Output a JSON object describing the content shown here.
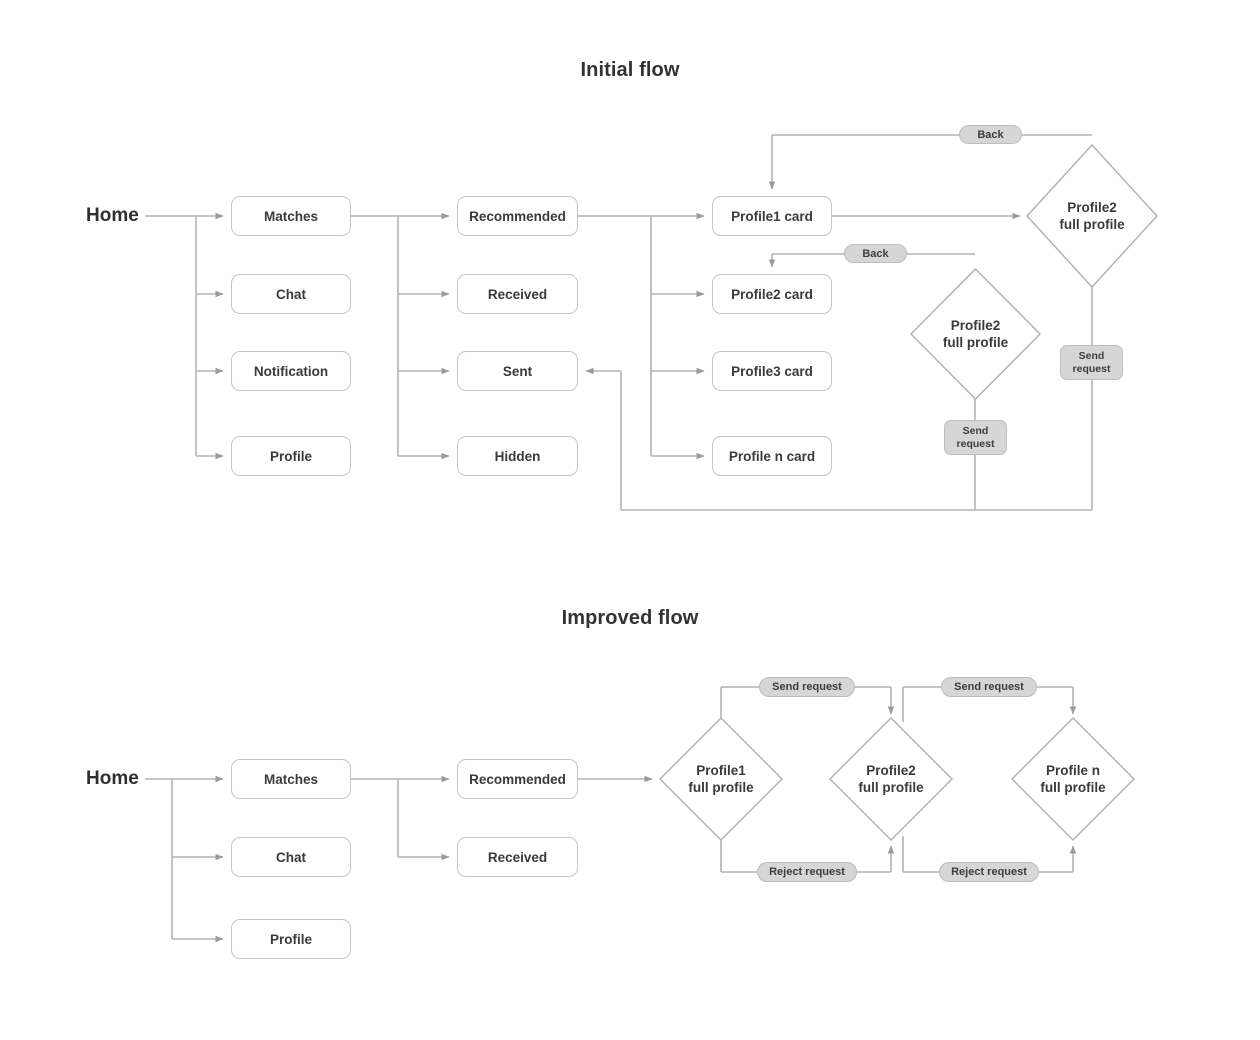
{
  "page": {
    "background": "#ffffff",
    "line_color": "#b3b3b3",
    "box_border_color": "#c6c6c6",
    "pill_fill": "#d6d6d6",
    "text_color": "#3a3a3a"
  },
  "sections": [
    {
      "id": "initial",
      "title": "Initial flow",
      "root_label": "Home",
      "columns": [
        {
          "id": "initial-menu",
          "items": [
            {
              "label": "Matches"
            },
            {
              "label": "Chat"
            },
            {
              "label": "Notification"
            },
            {
              "label": "Profile"
            }
          ]
        },
        {
          "id": "initial-tabs",
          "items": [
            {
              "label": "Recommended"
            },
            {
              "label": "Received"
            },
            {
              "label": "Sent"
            },
            {
              "label": "Hidden"
            }
          ]
        },
        {
          "id": "initial-cards",
          "items": [
            {
              "label": "Profile1 card"
            },
            {
              "label": "Profile2 card"
            },
            {
              "label": "Profile3 card"
            },
            {
              "label": "Profile n card"
            }
          ]
        }
      ],
      "diamonds": [
        {
          "id": "initial-diamond-top",
          "line1": "Profile2",
          "line2": "full profile"
        },
        {
          "id": "initial-diamond-mid",
          "line1": "Profile2",
          "line2": "full profile"
        }
      ],
      "pills": [
        {
          "id": "back-top",
          "label": "Back"
        },
        {
          "id": "back-mid",
          "label": "Back"
        }
      ],
      "chips": [
        {
          "id": "send-request-right",
          "line1": "Send",
          "line2": "request"
        },
        {
          "id": "send-request-mid",
          "line1": "Send",
          "line2": "request"
        }
      ]
    },
    {
      "id": "improved",
      "title": "Improved flow",
      "root_label": "Home",
      "columns": [
        {
          "id": "improved-menu",
          "items": [
            {
              "label": "Matches"
            },
            {
              "label": "Chat"
            },
            {
              "label": "Profile"
            }
          ]
        },
        {
          "id": "improved-tabs",
          "items": [
            {
              "label": "Recommended"
            },
            {
              "label": "Received"
            }
          ]
        }
      ],
      "diamonds": [
        {
          "id": "improved-diamond-1",
          "line1": "Profile1",
          "line2": "full profile"
        },
        {
          "id": "improved-diamond-2",
          "line1": "Profile2",
          "line2": "full profile"
        },
        {
          "id": "improved-diamond-n",
          "line1": "Profile n",
          "line2": "full profile"
        }
      ],
      "pills": [
        {
          "id": "send-request-1",
          "label": "Send request"
        },
        {
          "id": "send-request-2",
          "label": "Send request"
        },
        {
          "id": "reject-request-1",
          "label": "Reject request"
        },
        {
          "id": "reject-request-2",
          "label": "Reject request"
        }
      ]
    }
  ]
}
